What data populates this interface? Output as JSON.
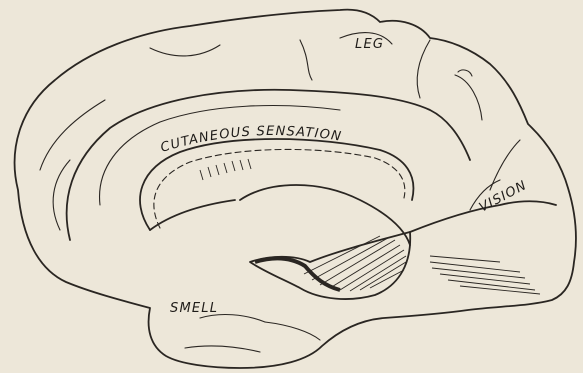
{
  "labels": {
    "leg": "LEG",
    "cutaneous": "CUTANEOUS SENSATION",
    "vision": "VISION",
    "smell": "SMELL"
  }
}
